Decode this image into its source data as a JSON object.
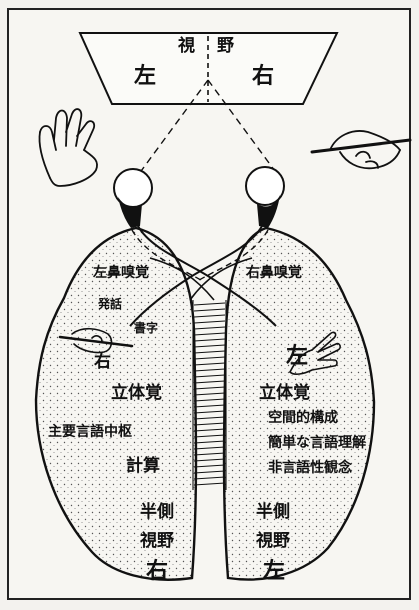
{
  "visual_field": {
    "title_left": "視",
    "title_right": "野",
    "left": "左",
    "right": "右"
  },
  "left_hemisphere": {
    "smell": "左鼻嗅覚",
    "speech": "発話",
    "writing": "書字",
    "hand": "右",
    "stereognosis": "立体覚",
    "language_center": "主要言語中枢",
    "calculation": "計算",
    "hemifield_1": "半側",
    "hemifield_2": "視野",
    "hemifield_side": "右"
  },
  "right_hemisphere": {
    "smell": "右鼻嗅覚",
    "hand": "左",
    "stereognosis": "立体覚",
    "spatial": "空間的構成",
    "simple_language": "簡単な言語理解",
    "nonverbal": "非言語性観念",
    "hemifield_1": "半側",
    "hemifield_2": "視野",
    "hemifield_side": "左"
  }
}
